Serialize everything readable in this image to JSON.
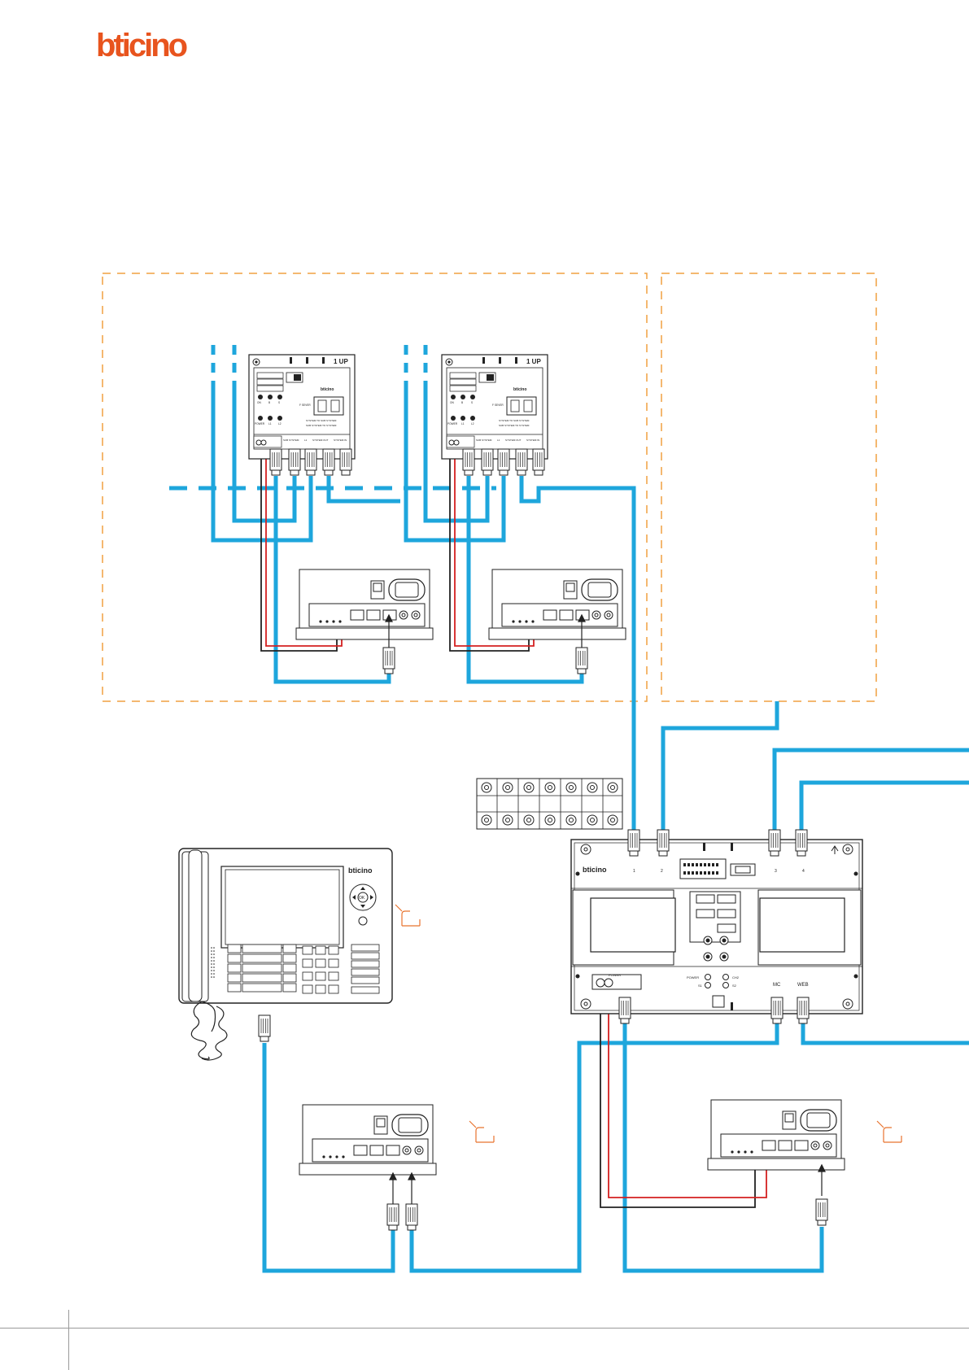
{
  "brand": {
    "name": "bticino",
    "color": "#e8541e"
  },
  "colors": {
    "bus_cable": "#1ea6dc",
    "zone_border": "#f0a040",
    "power_red": "#d42020",
    "power_black": "#222222",
    "device_stroke": "#222222",
    "arrow": "#e8732e"
  },
  "interfaces": [
    {
      "brand": "bticino",
      "top_label": "1 UP",
      "lamp_row_1": [
        "ON",
        "B",
        "S"
      ],
      "lamp_row_2": [
        "POWER",
        "L1",
        "L2"
      ],
      "center_label": "F SEVER",
      "port_labels": [
        "SYSTEM TO SUB SYSTEM",
        "SUB SYSTEM TO SYSTEM"
      ],
      "bottom_labels": [
        "SUB SYSTEM",
        "L1",
        "SYSTEM OUT",
        "SYSTEM IN"
      ]
    },
    {
      "brand": "bticino",
      "top_label": "1 UP",
      "lamp_row_1": [
        "ON",
        "B",
        "S"
      ],
      "lamp_row_2": [
        "POWER",
        "L1",
        "L2"
      ],
      "center_label": "F SEVER",
      "port_labels": [
        "SYSTEM TO SUB SYSTEM",
        "SUB SYSTEM TO SYSTEM"
      ],
      "bottom_labels": [
        "SUB SYSTEM",
        "L1",
        "SYSTEM OUT",
        "SYSTEM IN"
      ]
    }
  ],
  "controller": {
    "brand": "bticino",
    "top_ports": [
      "1",
      "2",
      "3",
      "4"
    ],
    "power_label": "POWER",
    "lamp_labels": [
      "POWER",
      "CH2",
      "S1",
      "S2"
    ],
    "bottom_labels": [
      "MC",
      "WEB"
    ]
  },
  "console": {
    "brand": "bticino",
    "center_button": "OK"
  }
}
